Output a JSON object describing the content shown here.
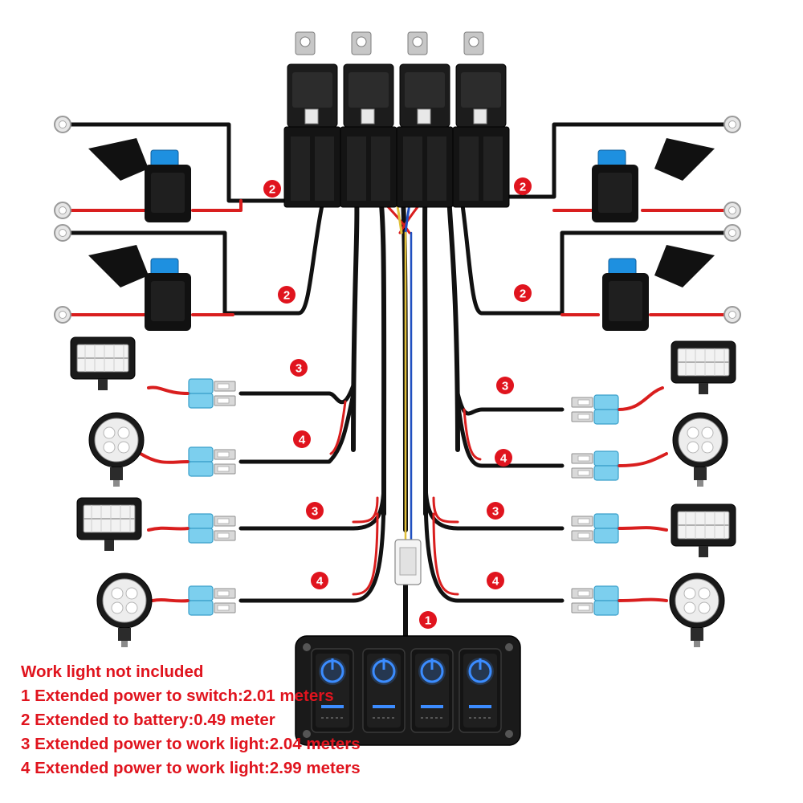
{
  "legend": {
    "note": "Work light not included",
    "items": [
      "1 Extended power to switch:2.01 meters",
      "2 Extended to battery:0.49 meter",
      "3 Extended power to work light:2.04 meters",
      "4 Extended power to work light:2.99 meters"
    ]
  },
  "callouts": {
    "switch": "1",
    "battery": "2",
    "work_light_a": "3",
    "work_light_b": "4"
  },
  "colors": {
    "label_red": "#e0141e",
    "wire_red": "#d91e1e",
    "wire_black": "#111111",
    "fuse_blue": "#1e90e0",
    "switch_glow": "#3c8cff",
    "connector_blue": "#7ccfee"
  },
  "components": {
    "relays": 4,
    "fuse_holders": 4,
    "rocker_switches": 4,
    "work_lights": 8
  }
}
